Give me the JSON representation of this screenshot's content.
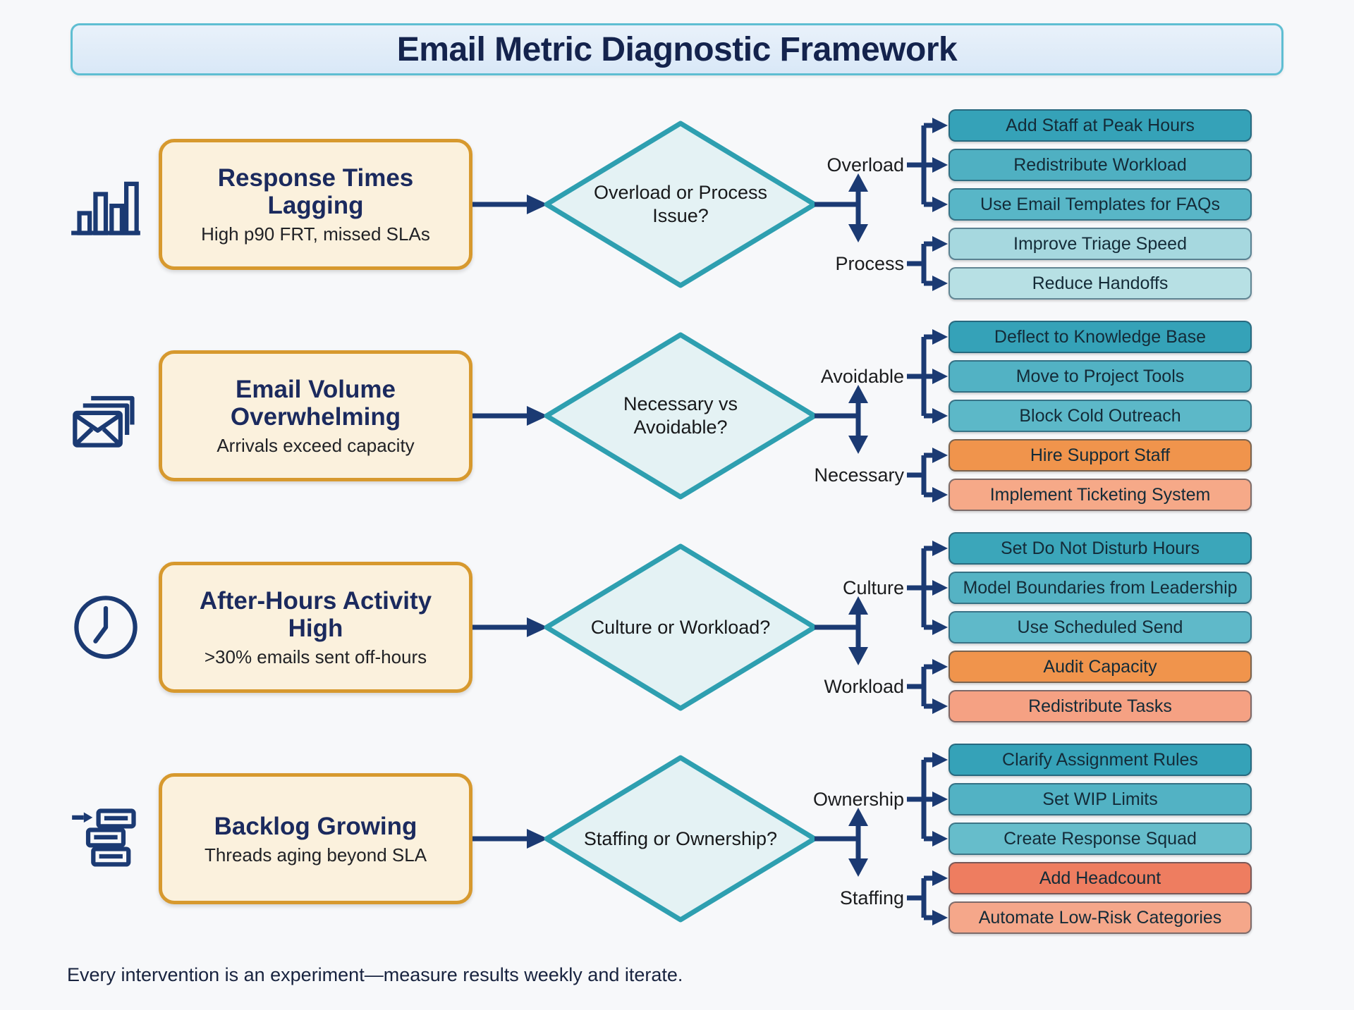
{
  "title": "Email Metric Diagnostic Framework",
  "footer": "Every intervention is an experiment—measure results weekly and iterate.",
  "palette": {
    "background": "#f7f8fa",
    "banner_fill": "#dce9f7",
    "banner_border": "#5fbed2",
    "problem_box_fill": "#fbf1dd",
    "problem_box_border": "#d7992e",
    "diamond_fill": "#e4f2f4",
    "diamond_border": "#2e9fb0",
    "arrow_navy": "#1b3a73",
    "title_navy": "#14234d"
  },
  "rows": [
    {
      "icon": "bar-chart-icon",
      "problem": {
        "title": "Response Times Lagging",
        "subtitle": "High p90 FRT, missed SLAs"
      },
      "decision": "Overload or Process Issue?",
      "branches": [
        {
          "label": "Overload",
          "items": [
            {
              "label": "Add Staff at Peak Hours",
              "color": "#35a2b8"
            },
            {
              "label": "Redistribute Workload",
              "color": "#4fb0c2"
            },
            {
              "label": "Use Email Templates for FAQs",
              "color": "#58b6c7"
            }
          ]
        },
        {
          "label": "Process",
          "items": [
            {
              "label": "Improve Triage Speed",
              "color": "#a6d8df"
            },
            {
              "label": "Reduce Handoffs",
              "color": "#b7e0e4"
            }
          ]
        }
      ]
    },
    {
      "icon": "mail-stack-icon",
      "problem": {
        "title": "Email Volume Overwhelming",
        "subtitle": "Arrivals exceed capacity"
      },
      "decision": "Necessary vs Avoidable?",
      "branches": [
        {
          "label": "Avoidable",
          "items": [
            {
              "label": "Deflect to Knowledge Base",
              "color": "#35a2b8"
            },
            {
              "label": "Move to Project Tools",
              "color": "#52b2c4"
            },
            {
              "label": "Block Cold Outreach",
              "color": "#5cb8c8"
            }
          ]
        },
        {
          "label": "Necessary",
          "items": [
            {
              "label": "Hire Support Staff",
              "color": "#f0944c"
            },
            {
              "label": "Implement Ticketing System",
              "color": "#f6a988"
            }
          ]
        }
      ]
    },
    {
      "icon": "clock-icon",
      "problem": {
        "title": "After-Hours Activity High",
        "subtitle": ">30% emails sent off-hours"
      },
      "decision": "Culture or Workload?",
      "branches": [
        {
          "label": "Culture",
          "items": [
            {
              "label": "Set Do Not Disturb Hours",
              "color": "#3ba6ba"
            },
            {
              "label": "Model Boundaries from Leadership",
              "color": "#55b3c4"
            },
            {
              "label": "Use Scheduled Send",
              "color": "#5fb9c9"
            }
          ]
        },
        {
          "label": "Workload",
          "items": [
            {
              "label": "Audit Capacity",
              "color": "#f0944c"
            },
            {
              "label": "Redistribute Tasks",
              "color": "#f5a183"
            }
          ]
        }
      ]
    },
    {
      "icon": "backlog-icon",
      "problem": {
        "title": "Backlog Growing",
        "subtitle": "Threads aging beyond SLA"
      },
      "decision": "Staffing or Ownership?",
      "branches": [
        {
          "label": "Ownership",
          "items": [
            {
              "label": "Clarify Assignment Rules",
              "color": "#35a2b8"
            },
            {
              "label": "Set WIP Limits",
              "color": "#52b2c4"
            },
            {
              "label": "Create Response Squad",
              "color": "#66bdcb"
            }
          ]
        },
        {
          "label": "Staffing",
          "items": [
            {
              "label": "Add Headcount",
              "color": "#ee7d60"
            },
            {
              "label": "Automate Low-Risk Categories",
              "color": "#f5a78a"
            }
          ]
        }
      ]
    }
  ]
}
